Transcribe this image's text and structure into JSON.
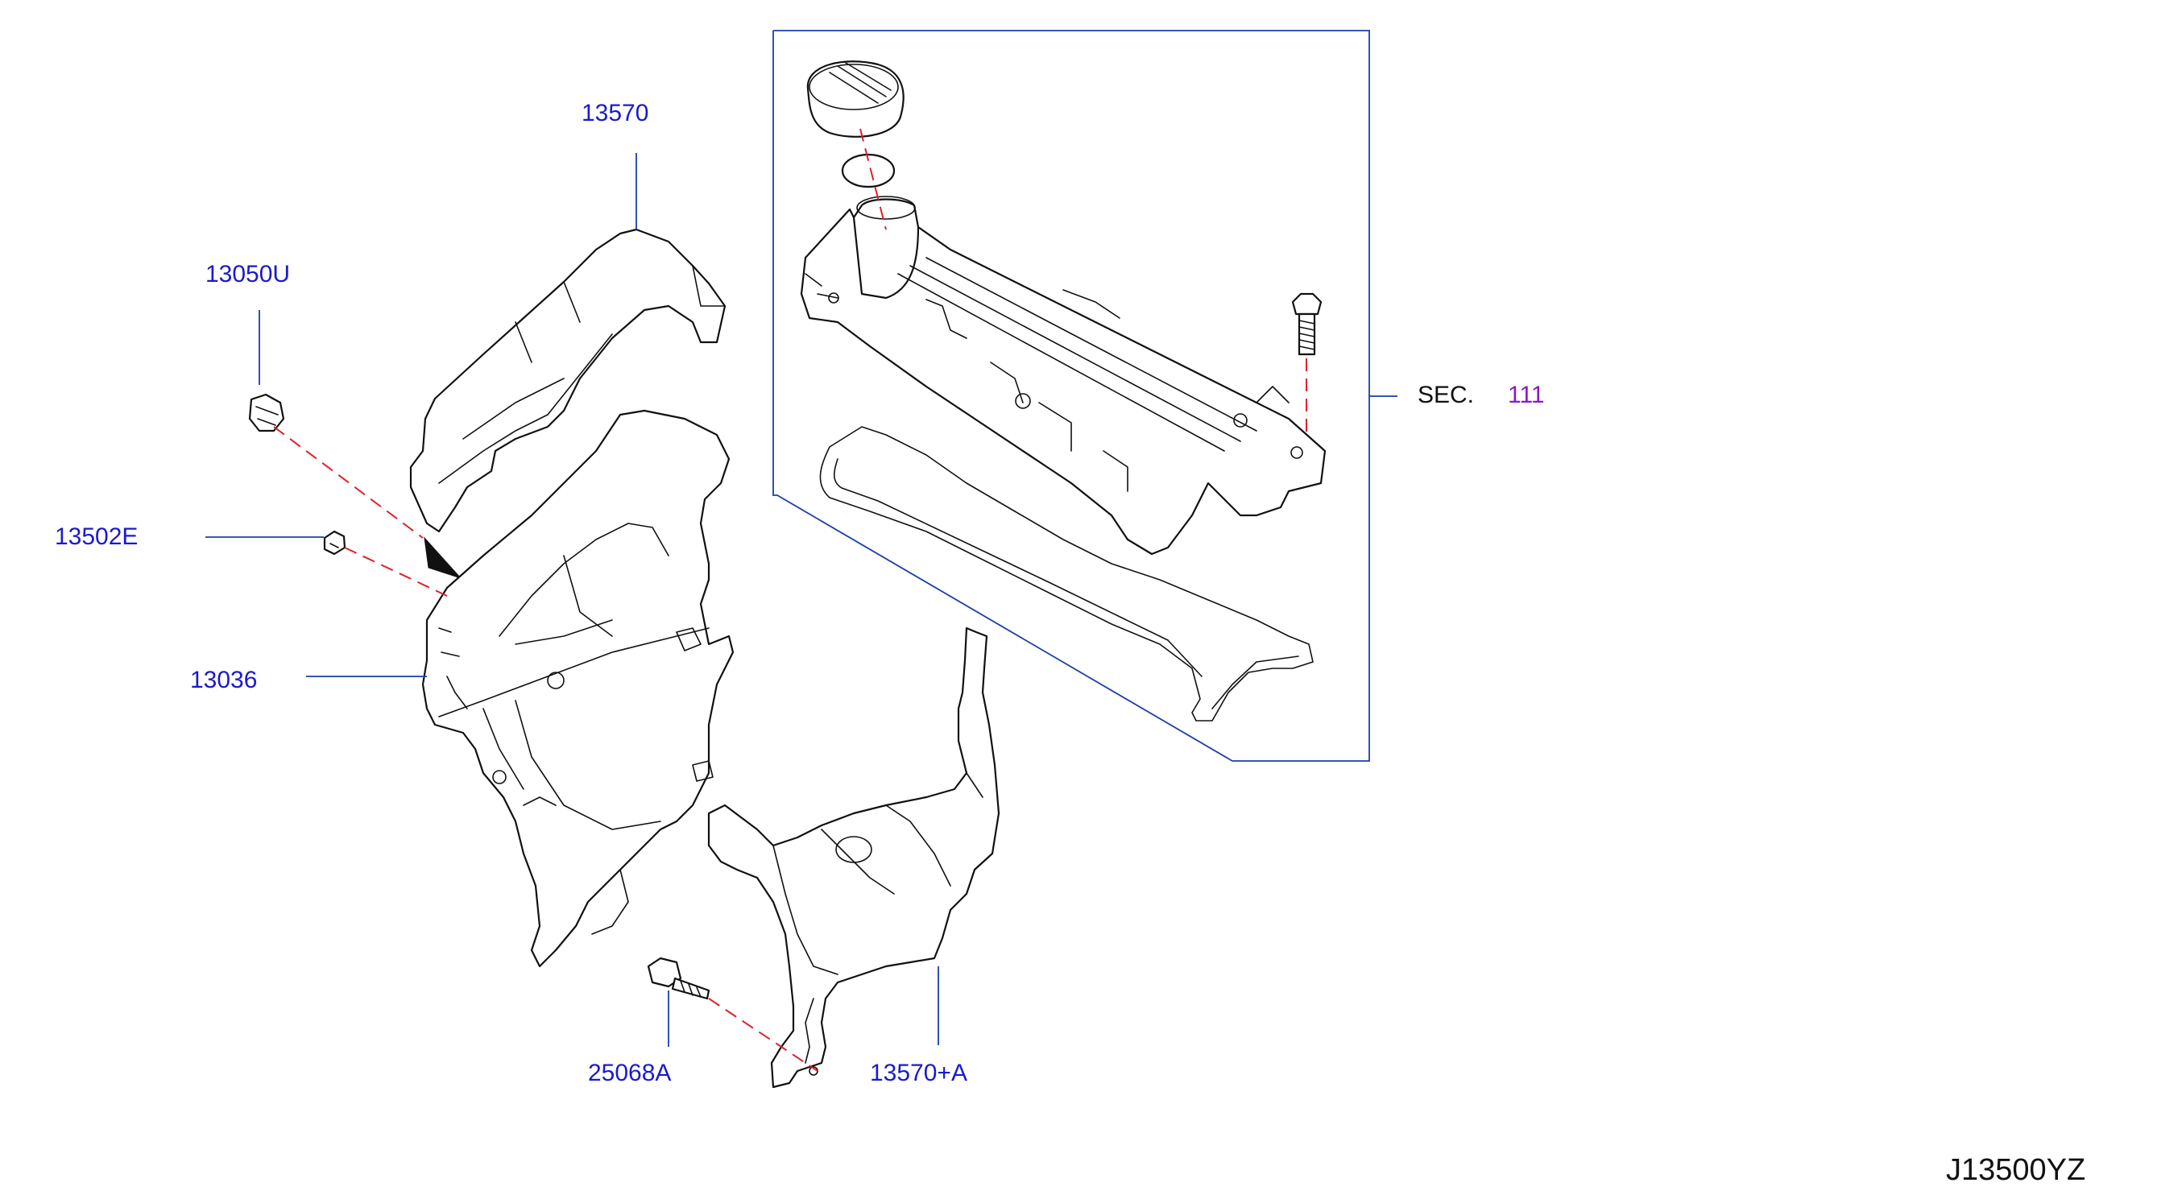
{
  "parts": {
    "p13570": "13570",
    "p13050U": "13050U",
    "p13502E": "13502E",
    "p13036": "13036",
    "p25068A": "25068A",
    "p13570A": "13570+A"
  },
  "section_ref": {
    "prefix": "SEC.",
    "number": "111"
  },
  "diagram_code": "J13500YZ",
  "colors": {
    "label": "#1a1acc",
    "leader": "#1a3fa8",
    "dash": "#e0202a",
    "outline": "#111111",
    "section_number": "#8a1ac8"
  }
}
